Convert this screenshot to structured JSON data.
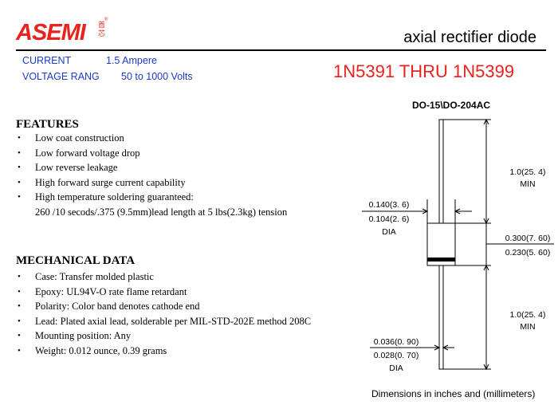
{
  "header": {
    "brand": "ASEMI",
    "brand_cn": "首芯",
    "registered": "®",
    "subtitle": "axial rectifier diode"
  },
  "specs": [
    {
      "label": "CURRENT",
      "value": "1.5  Ampere"
    },
    {
      "label": "VOLTAGE RANG",
      "value": "50  to 1000  Volts"
    }
  ],
  "part_range": "1N5391 THRU 1N5399",
  "features": {
    "title": "FEATURES",
    "items": [
      "Low coat construction",
      "Low forward voltage drop",
      "Low reverse leakage",
      "High forward surge current capability",
      "High temperature soldering guaranteed:"
    ],
    "note": "260    /10 secods/.375  (9.5mm)lead length at 5 lbs(2.3kg) tension"
  },
  "mechanical": {
    "title": "MECHANICAL DATA",
    "items": [
      "Case: Transfer molded plastic",
      "Epoxy: UL94V-O rate flame retardant",
      "Polarity: Color band denotes cathode end",
      "Lead: Plated axial lead, solderable per MIL-STD-202E method 208C",
      "Mounting position: Any",
      "Weight:  0.012 ounce, 0.39 grams"
    ]
  },
  "package": {
    "title": "DO-15\\DO-204AC",
    "top_lead_length": "1.0(25. 4)",
    "top_lead_min": "MIN",
    "body_dia_max": "0.140(3. 6)",
    "body_dia_min": "0.104(2. 6)",
    "body_dia_label": "DIA",
    "body_len_max": "0.300(7. 60)",
    "body_len_min": "0.230(5. 60)",
    "bottom_lead_length": "1.0(25. 4)",
    "bottom_lead_min": "MIN",
    "lead_dia_max": "0.036(0. 90)",
    "lead_dia_min": "0.028(0. 70)",
    "lead_dia_label": "DIA",
    "note": "Dimensions in inches and (millimeters)"
  },
  "colors": {
    "brand_red": "#e8231f",
    "spec_blue": "#1a39c8"
  }
}
